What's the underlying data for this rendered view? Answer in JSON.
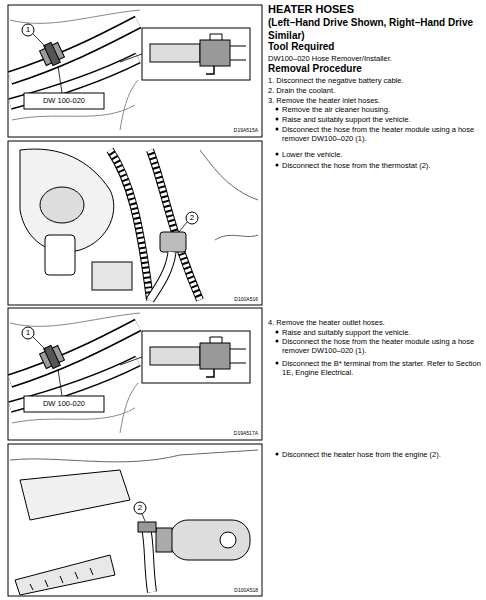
{
  "diagram": {
    "title": "HEATER HOSES",
    "labels": [
      "(Left–Hand Drive Shown, Right–Hand Drive Similar)",
      "Tool Required",
      "DW100–020 Hose Remover/Installer.",
      "Removal Procedure",
      "1. Disconnect the negative battery cable.",
      "2. Drain the coolant.",
      "3. Remove the heater inlet hoses.",
      "Remove the air cleaner housing.",
      "Raise and suitably support the vehicle.",
      "Disconnect the hose from the heater module using a hose remover DW100–020 (1).",
      "Lower the vehicle.",
      "Disconnect the hose from the thermostat (2).",
      "4. Remove the heater outlet hoses.",
      "Raise and suitably support the vehicle.",
      "Disconnect the hose from the heater module using a hose remover DW100–020 (1).",
      "Disconnect the B* terminal from the starter. Refer to Section 1E, Engine Electrical.",
      "Disconnect the heater hose from the engine (2).",
      "1",
      "DW 100-020",
      "D19A515A",
      "2",
      "D100A516",
      "1",
      "DW 100-020",
      "D19A517A",
      "2",
      "D100A518"
    ]
  }
}
